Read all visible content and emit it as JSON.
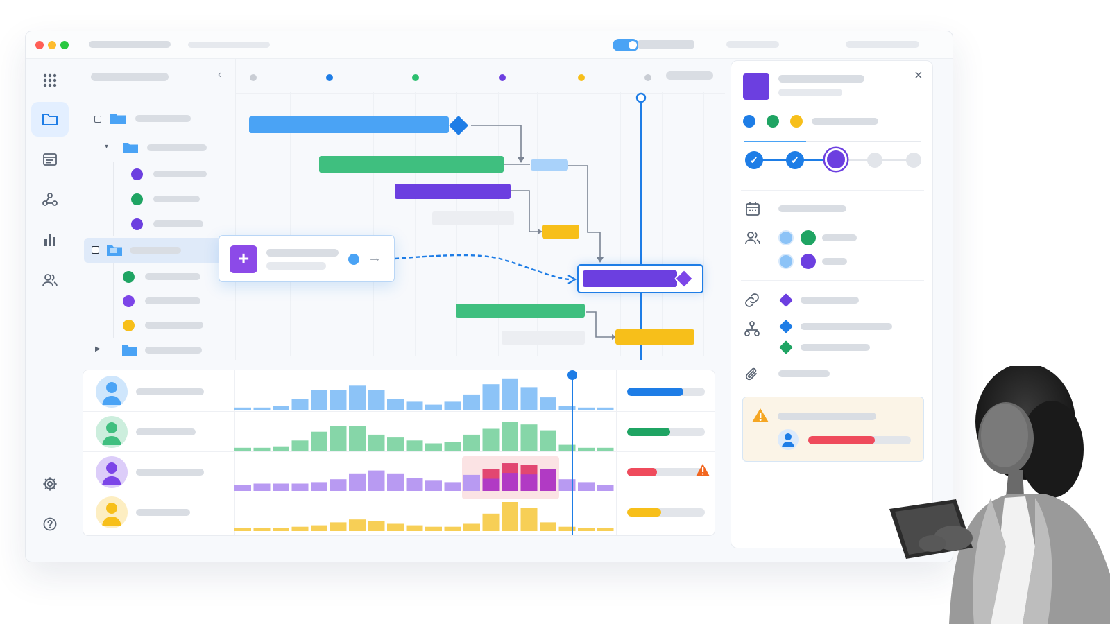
{
  "app": {
    "window_controls": [
      "close",
      "minimize",
      "maximize"
    ],
    "view_toggle_on": true
  },
  "colors": {
    "blue": "#4aa3f5",
    "green": "#3fbf7f",
    "purple": "#6c3fe0",
    "yellow": "#f7bf1a",
    "red": "#ef4b5c",
    "accent": "#1e7de6"
  },
  "rail": {
    "icons": [
      "apps-grid-icon",
      "folder-icon",
      "calendar-list-icon",
      "share-nodes-icon",
      "bar-chart-icon",
      "users-icon",
      "settings-icon",
      "help-icon"
    ],
    "active": "folder-icon"
  },
  "tree": {
    "collapse_glyph": "‹",
    "rows": [
      {
        "type": "folder",
        "checkbox": true
      },
      {
        "type": "folder",
        "expanded": true
      },
      {
        "type": "task",
        "color": "#6c3fe0"
      },
      {
        "type": "task",
        "color": "#1fa463"
      },
      {
        "type": "task",
        "color": "#6c3fe0"
      },
      {
        "type": "folder",
        "selected": true,
        "checkbox": true
      },
      {
        "type": "task",
        "color": "#1fa463"
      },
      {
        "type": "task",
        "color": "#7c45e8"
      },
      {
        "type": "task",
        "color": "#f7bf1a"
      },
      {
        "type": "folder",
        "collapsed": true
      }
    ]
  },
  "timeline": {
    "markers": [
      "#c9cdd4",
      "#1e7de6",
      "#2cbf6f",
      "#6c3fe0",
      "#f7bf1a",
      "#c9cdd4"
    ],
    "today_marker": true
  },
  "add_card": {
    "plus_glyph": "+",
    "arrow_glyph": "→"
  },
  "resources": {
    "rows": [
      {
        "color": "#4aa3f5",
        "bar_color": "#8cc3f7",
        "load": 0.72,
        "load_color": "#1e7de6",
        "warning": false,
        "histogram": [
          2,
          2,
          3,
          8,
          14,
          14,
          17,
          14,
          8,
          6,
          4,
          6,
          11,
          18,
          22,
          16,
          9,
          3,
          2,
          2
        ]
      },
      {
        "color": "#3fbf7f",
        "bar_color": "#86d6a8",
        "load": 0.55,
        "load_color": "#1fa463",
        "warning": false,
        "histogram": [
          2,
          2,
          3,
          7,
          13,
          17,
          17,
          11,
          9,
          7,
          5,
          6,
          11,
          15,
          20,
          18,
          14,
          4,
          2,
          2
        ]
      },
      {
        "color": "#7c45e8",
        "bar_color": "#b89af2",
        "load": 0.38,
        "load_color": "#ef4b5c",
        "warning": true,
        "histogram": [
          4,
          5,
          5,
          5,
          6,
          8,
          12,
          14,
          12,
          9,
          7,
          6,
          11,
          15,
          19,
          18,
          15,
          8,
          6,
          4
        ]
      },
      {
        "color": "#f7bf1a",
        "bar_color": "#f7cf56",
        "load": 0.44,
        "load_color": "#f7bf1a",
        "warning": false,
        "histogram": [
          2,
          2,
          2,
          3,
          4,
          6,
          8,
          7,
          5,
          4,
          3,
          3,
          5,
          12,
          20,
          16,
          6,
          3,
          2,
          2
        ]
      }
    ],
    "overload_highlight": true
  },
  "detail": {
    "close_glyph": "×",
    "color_dots": [
      "#1e7de6",
      "#1fa463",
      "#f7bf1a"
    ],
    "progress_steps": [
      "done",
      "done",
      "current",
      "todo",
      "todo"
    ],
    "check_glyph": "✓",
    "assignee_dots": [
      [
        "#8cc3f7",
        "#1fa463"
      ],
      [
        "#8cc3f7",
        "#6c3fe0"
      ]
    ],
    "dependency_diamonds": [
      "#6c3fe0",
      "#1e7de6",
      "#1fa463"
    ],
    "warning_glyph": "!"
  }
}
